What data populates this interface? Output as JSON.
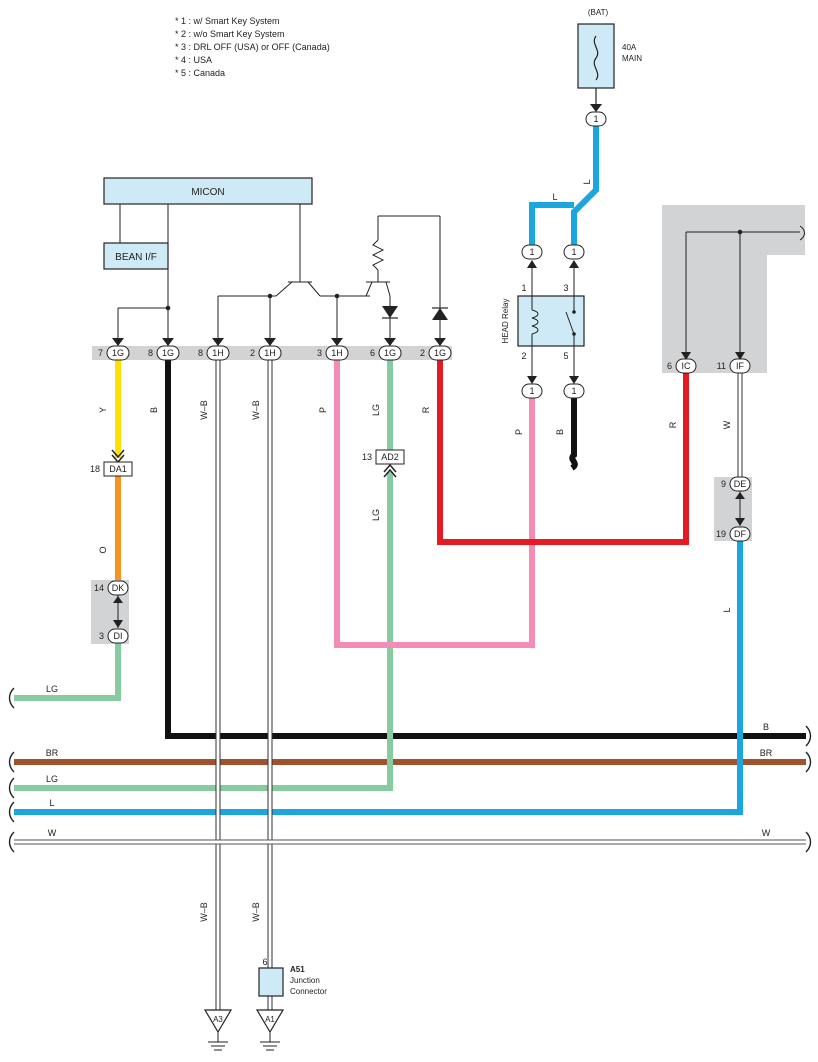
{
  "legend": [
    "* 1 : w/ Smart Key System",
    "* 2 : w/o Smart Key System",
    "* 3 : DRL OFF (USA) or OFF (Canada)",
    "* 4 : USA",
    "* 5 : Canada"
  ],
  "battery": {
    "label": "(BAT)",
    "fuse_rating": "40A",
    "fuse_name": "MAIN"
  },
  "micon": {
    "label": "MICON"
  },
  "bean": {
    "label": "BEAN I/F"
  },
  "relay": {
    "label": "HEAD Relay",
    "pins": [
      "1",
      "3",
      "2",
      "5"
    ]
  },
  "connectors": {
    "c7": {
      "num": "7",
      "name": "1G"
    },
    "c8a": {
      "num": "8",
      "name": "1G"
    },
    "c8b": {
      "num": "8",
      "name": "1H"
    },
    "c2a": {
      "num": "2",
      "name": "1H"
    },
    "c3": {
      "num": "3",
      "name": "1H"
    },
    "c6": {
      "num": "6",
      "name": "1G"
    },
    "c2b": {
      "num": "2",
      "name": "1G"
    },
    "bat1": {
      "name": "1"
    },
    "r_in1": {
      "name": "1"
    },
    "r_in2": {
      "name": "1"
    },
    "r_out1": {
      "name": "1"
    },
    "r_out2": {
      "name": "1"
    },
    "ic": {
      "num": "6",
      "name": "IC"
    },
    "if": {
      "num": "11",
      "name": "IF"
    },
    "da1": {
      "num": "18",
      "name": "DA1"
    },
    "ad2": {
      "num": "13",
      "name": "AD2"
    },
    "dk": {
      "num": "14",
      "name": "DK"
    },
    "di": {
      "num": "3",
      "name": "DI"
    },
    "de": {
      "num": "9",
      "name": "DE"
    },
    "df": {
      "num": "19",
      "name": "DF"
    },
    "a51pin": {
      "num": "6"
    }
  },
  "wire_labels": {
    "y": "Y",
    "o": "O",
    "b1": "B",
    "wb1": "W–B",
    "wb2": "W–B",
    "p1": "P",
    "lg1": "LG",
    "lg2": "LG",
    "r1": "R",
    "p2": "P",
    "b2": "B",
    "r2": "R",
    "w1": "W",
    "l_df": "L",
    "l_top1": "L",
    "l_top2": "L",
    "lg_left": "LG",
    "bus_b": "B",
    "bus_br_l": "BR",
    "bus_br_r": "BR",
    "bus_lg": "LG",
    "bus_l": "L",
    "bus_w_l": "W",
    "bus_w_r": "W",
    "wb3": "W–B",
    "wb4": "W–B"
  },
  "junction": {
    "id": "A51",
    "line1": "Junction",
    "line2": "Connector"
  },
  "grounds": [
    "A3",
    "A1"
  ],
  "colors": {
    "blue": "#1aa7e0",
    "yellow": "#ffe000",
    "orange": "#f7941d",
    "black": "#111111",
    "pink": "#f38cb7",
    "lightgreen": "#86cca0",
    "red": "#e31b23",
    "brown": "#a0522d",
    "white_wire": "#ffffff",
    "box_fill": "#cfeaf7",
    "shade": "#d2d3d5"
  }
}
